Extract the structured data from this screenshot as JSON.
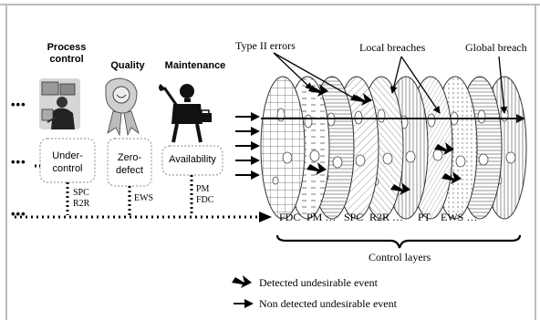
{
  "categories": [
    {
      "title": "Process control",
      "box_label": "Under-control",
      "tools": "SPC R2R"
    },
    {
      "title": "Quality",
      "box_label": "Zero-defect",
      "tools": "EWS"
    },
    {
      "title": "Maintenance",
      "box_label": "Availability",
      "tools": "PM FDC"
    }
  ],
  "left_dots": [
    "•••",
    "•••",
    "•••"
  ],
  "annotations": {
    "type2": "Type II errors",
    "local": "Local breaches",
    "global": "Global breach"
  },
  "layer_labels": [
    "FDC",
    "PM …",
    "SPC",
    "R2R …",
    "PT",
    "EWS …"
  ],
  "brace_label": "Control layers",
  "legend": {
    "detected": "Detected undesirable event",
    "non_detected": "Non detected undesirable event"
  }
}
